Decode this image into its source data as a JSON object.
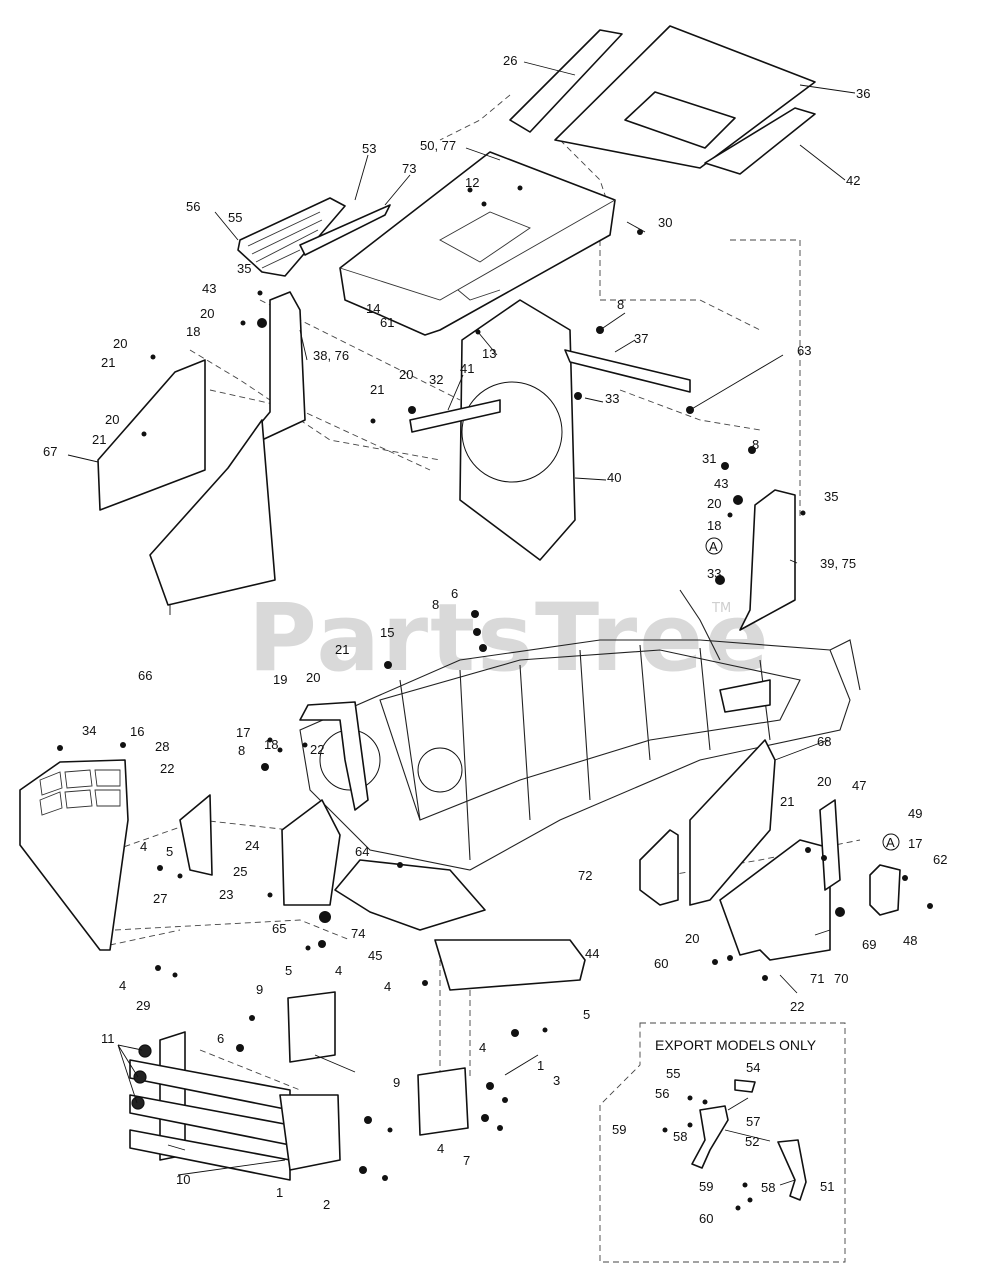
{
  "watermark": {
    "text": "PartsTree",
    "tm": "TM"
  },
  "export_box": {
    "title": "EXPORT MODELS ONLY"
  },
  "callout_letter": "A",
  "labels": {
    "l26": "26",
    "l36": "36",
    "l42": "42",
    "l50_77": "50, 77",
    "l12": "12",
    "l30": "30",
    "l53": "53",
    "l73": "73",
    "l56": "56",
    "l55": "55",
    "l35a": "35",
    "l43a": "43",
    "l20a": "20",
    "l18a": "18",
    "l14": "14",
    "l61": "61",
    "l13": "13",
    "l8a": "8",
    "l37": "37",
    "l63": "63",
    "l20b": "20",
    "l21a": "21",
    "l38_76": "38, 76",
    "l21b": "21",
    "l20c": "20",
    "l32": "32",
    "l41": "41",
    "l33a": "33",
    "l20d": "20",
    "l21c": "21",
    "l67": "67",
    "l40": "40",
    "l8b": "8",
    "l31": "31",
    "l43b": "43",
    "l20e": "20",
    "l35b": "35",
    "l18b": "18",
    "l39_75": "39, 75",
    "l33b": "33",
    "l66": "66",
    "l6a": "6",
    "l8c": "8",
    "l15": "15",
    "l21d": "21",
    "l20f": "20",
    "l19": "19",
    "l34": "34",
    "l16": "16",
    "l28": "28",
    "l22a": "22",
    "l17a": "17",
    "l18c": "18",
    "l22b": "22",
    "l8d": "8",
    "l68": "68",
    "l20g": "20",
    "l21e": "21",
    "l47": "47",
    "l49": "49",
    "l17b": "17",
    "l62": "62",
    "l24": "24",
    "l4a": "4",
    "l5a": "5",
    "l25": "25",
    "l64": "64",
    "l72": "72",
    "l23": "23",
    "l27": "27",
    "l65": "65",
    "l74": "74",
    "l69": "69",
    "l48": "48",
    "l45": "45",
    "l70": "70",
    "l5b": "5",
    "l4b": "4",
    "l44": "44",
    "l20h": "20",
    "l60a": "60",
    "l71": "71",
    "l22c": "22",
    "l4c": "4",
    "l29": "29",
    "l9a": "9",
    "l4d": "4",
    "l5c": "5",
    "l4e": "4",
    "l11": "11",
    "l6b": "6",
    "l1a": "1",
    "l3": "3",
    "l9b": "9",
    "l4f": "4",
    "l7": "7",
    "l10": "10",
    "l1b": "1",
    "l2": "2",
    "l55b": "55",
    "l54": "54",
    "l56b": "56",
    "l57": "57",
    "l59a": "59",
    "l58a": "58",
    "l52": "52",
    "l51": "51",
    "l59b": "59",
    "l58b": "58",
    "l60b": "60"
  }
}
